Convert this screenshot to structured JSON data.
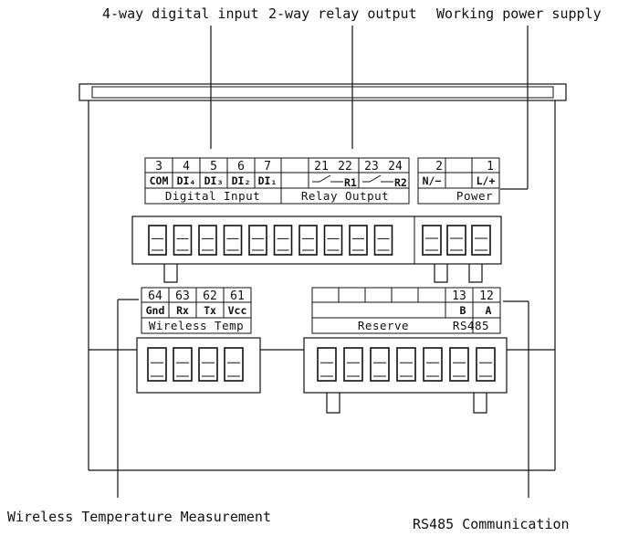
{
  "callouts": {
    "digital_input": "4-way digital input",
    "relay_output": "2-way relay output",
    "power_supply": "Working power supply",
    "wireless_temp": "Wireless Temperature Measurement",
    "rs485": "RS485 Communication"
  },
  "digital_input": {
    "numbers": [
      "3",
      "4",
      "5",
      "6",
      "7"
    ],
    "labels": [
      "COM",
      "DI₄",
      "DI₃",
      "DI₂",
      "DI₁"
    ],
    "group": "Digital Input"
  },
  "relay_output": {
    "numbers": [
      "21",
      "22",
      "23",
      "24"
    ],
    "r1": "R1",
    "r2": "R2",
    "group": "Relay Output"
  },
  "power": {
    "numbers": [
      "2",
      "1"
    ],
    "labels": [
      "N/−",
      "L/+"
    ],
    "group": "Power"
  },
  "wireless": {
    "numbers": [
      "64",
      "63",
      "62",
      "61"
    ],
    "labels": [
      "Gnd",
      "Rx",
      "Tx",
      "Vcc"
    ],
    "group": "Wireless Temp"
  },
  "rs485": {
    "numbers": [
      "13",
      "12"
    ],
    "labels": [
      "B",
      "A"
    ],
    "reserve": "Reserve",
    "group": "RS485"
  }
}
